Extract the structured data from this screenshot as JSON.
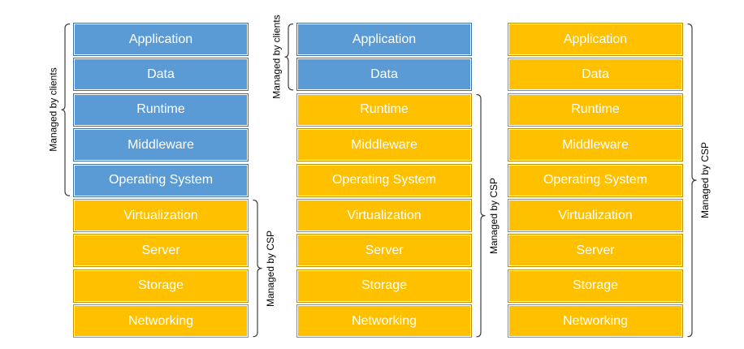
{
  "columns": [
    {
      "id": "iaas",
      "layers": [
        {
          "label": "Application",
          "managed": "client"
        },
        {
          "label": "Data",
          "managed": "client"
        },
        {
          "label": "Runtime",
          "managed": "client"
        },
        {
          "label": "Middleware",
          "managed": "client"
        },
        {
          "label": "Operating System",
          "managed": "client"
        },
        {
          "label": "Virtualization",
          "managed": "csp"
        },
        {
          "label": "Server",
          "managed": "csp"
        },
        {
          "label": "Storage",
          "managed": "csp"
        },
        {
          "label": "Networking",
          "managed": "csp"
        }
      ],
      "braces": [
        {
          "label": "Managed by clients",
          "side": "left",
          "from": 0,
          "to": 4
        },
        {
          "label": "Managed by CSP",
          "side": "right",
          "from": 5,
          "to": 8
        }
      ]
    },
    {
      "id": "paas",
      "layers": [
        {
          "label": "Application",
          "managed": "client"
        },
        {
          "label": "Data",
          "managed": "client"
        },
        {
          "label": "Runtime",
          "managed": "csp"
        },
        {
          "label": "Middleware",
          "managed": "csp"
        },
        {
          "label": "Operating System",
          "managed": "csp"
        },
        {
          "label": "Virtualization",
          "managed": "csp"
        },
        {
          "label": "Server",
          "managed": "csp"
        },
        {
          "label": "Storage",
          "managed": "csp"
        },
        {
          "label": "Networking",
          "managed": "csp"
        }
      ],
      "braces": [
        {
          "label": "Managed by clients",
          "side": "left",
          "from": 0,
          "to": 1
        },
        {
          "label": "Managed by CSP",
          "side": "right",
          "from": 2,
          "to": 8
        }
      ]
    },
    {
      "id": "saas",
      "layers": [
        {
          "label": "Application",
          "managed": "csp"
        },
        {
          "label": "Data",
          "managed": "csp"
        },
        {
          "label": "Runtime",
          "managed": "csp"
        },
        {
          "label": "Middleware",
          "managed": "csp"
        },
        {
          "label": "Operating System",
          "managed": "csp"
        },
        {
          "label": "Virtualization",
          "managed": "csp"
        },
        {
          "label": "Server",
          "managed": "csp"
        },
        {
          "label": "Storage",
          "managed": "csp"
        },
        {
          "label": "Networking",
          "managed": "csp"
        }
      ],
      "braces": [
        {
          "label": "Managed by CSP",
          "side": "right",
          "from": 0,
          "to": 8
        }
      ]
    }
  ],
  "colors": {
    "client": "#5b9bd5",
    "csp": "#ffc000",
    "text": "#ffffff",
    "brace": "#404040"
  }
}
